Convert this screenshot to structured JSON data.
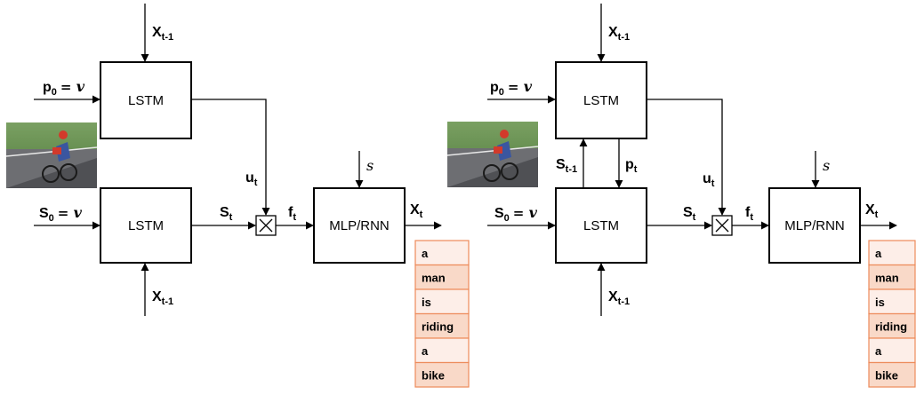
{
  "left_diagram": {
    "top_input_x": "X",
    "top_input_x_sub": "t-1",
    "p0_label": "p",
    "p0_sub": "0",
    "p0_equals": "= ",
    "p0_var": "v",
    "upper_lstm": "LSTM",
    "lower_lstm": "LSTM",
    "s0_label": "S",
    "s0_sub": "0",
    "s0_equals": "= ",
    "s0_var": "v",
    "bottom_input_x": "X",
    "bottom_input_x_sub": "t-1",
    "u_label": "u",
    "u_sub": "t",
    "s_label": "S",
    "s_sub": "t",
    "f_label": "f",
    "f_sub": "t",
    "mlp": "MLP/RNN",
    "s_input": "s",
    "out_label": "X",
    "out_sub": "t",
    "words": [
      "a",
      "man",
      "is",
      "riding",
      "a",
      "bike"
    ]
  },
  "right_diagram": {
    "top_input_x": "X",
    "top_input_x_sub": "t-1",
    "p0_label": "p",
    "p0_sub": "0",
    "p0_equals": "= ",
    "p0_var": "v",
    "upper_lstm": "LSTM",
    "lower_lstm": "LSTM",
    "s_prev_label": "S",
    "s_prev_sub": "t-1",
    "p_t_label": "p",
    "p_t_sub": "t",
    "s0_label": "S",
    "s0_sub": "0",
    "s0_equals": "= ",
    "s0_var": "v",
    "bottom_input_x": "X",
    "bottom_input_x_sub": "t-1",
    "u_label": "u",
    "u_sub": "t",
    "s_label": "S",
    "s_sub": "t",
    "f_label": "f",
    "f_sub": "t",
    "mlp": "MLP/RNN",
    "s_input": "s",
    "out_label": "X",
    "out_sub": "t",
    "words": [
      "a",
      "man",
      "is",
      "riding",
      "a",
      "bike"
    ]
  },
  "colors": {
    "word_odd_fill": "#fdeee8",
    "word_even_fill": "#f9d9c8",
    "word_border": "#ed8a5a"
  }
}
